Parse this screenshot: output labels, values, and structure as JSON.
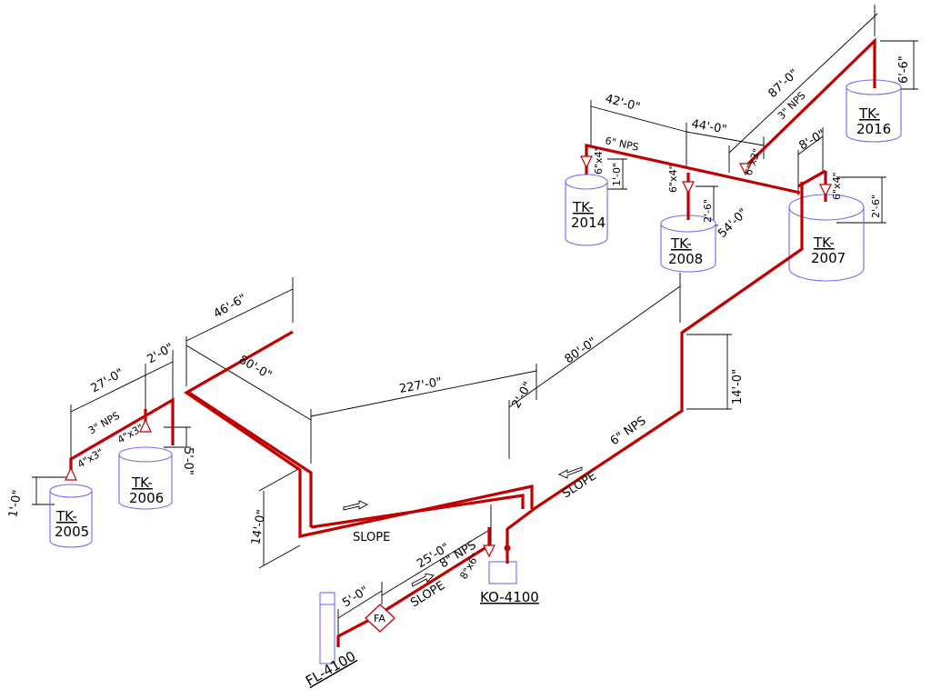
{
  "tanks": {
    "tk2005": {
      "line1": "TK-",
      "line2": "2005"
    },
    "tk2006": {
      "line1": "TK-",
      "line2": "2006"
    },
    "tk2014": {
      "line1": "TK-",
      "line2": "2014"
    },
    "tk2008": {
      "line1": "TK-",
      "line2": "2008"
    },
    "tk2007": {
      "line1": "TK-",
      "line2": "2007"
    },
    "tk2016": {
      "line1": "TK-",
      "line2": "2016"
    }
  },
  "equipment": {
    "filter": "FL-4100",
    "knockout": "KO-4100",
    "flow_alarm": "FA"
  },
  "dimensions": {
    "d46_6": "46'-6\"",
    "d27_0": "27'-0\"",
    "d2_0_left": "2'-0\"",
    "d80_0_top": "80'-0\"",
    "d227_0": "227'-0\"",
    "d1_0_left": "1'-0\"",
    "d5_0": "5'-0\"",
    "d14_0_left": "14'-0\"",
    "d2_0_mid": "2'-0\"",
    "d80_0_right": "80'-0\"",
    "d14_0_right": "14'-0\"",
    "d25_0": "25'-0\"",
    "d5_0_fa": "5'-0\"",
    "d42_0": "42'-0\"",
    "d44_0": "44'-0\"",
    "d87_0": "87'-0\"",
    "d6_6": "6'-6\"",
    "d8_0": "8'-0\"",
    "d1_0_top": "1'-0\"",
    "d2_6_a": "2'-6\"",
    "d2_6_b": "2'-6\"",
    "d54_0": "54'-0\""
  },
  "pipe_labels": {
    "nps3_left": "3\" NPS",
    "nps6_top": "6\" NPS",
    "nps3_top": "3\" NPS",
    "nps6_right": "6\" NPS",
    "nps8": "8\" NPS"
  },
  "reducers": {
    "r_4x3_a": "4\"x3\"",
    "r_4x3_b": "4\"x3\"",
    "r_6x4_a": "6\"x4\"",
    "r_6x4_b": "6\"x4\"",
    "r_6x3": "6\"x3\"",
    "r_6x4_c": "6\"x4\"",
    "r_8x6": "8\"x6\""
  },
  "slope_labels": {
    "slope_main": "SLOPE",
    "slope_right": "SLOPE",
    "slope_fa": "SLOPE"
  },
  "colors": {
    "pipe": "#c00000",
    "equipment": "#6d6df0",
    "dimension": "#000000"
  }
}
